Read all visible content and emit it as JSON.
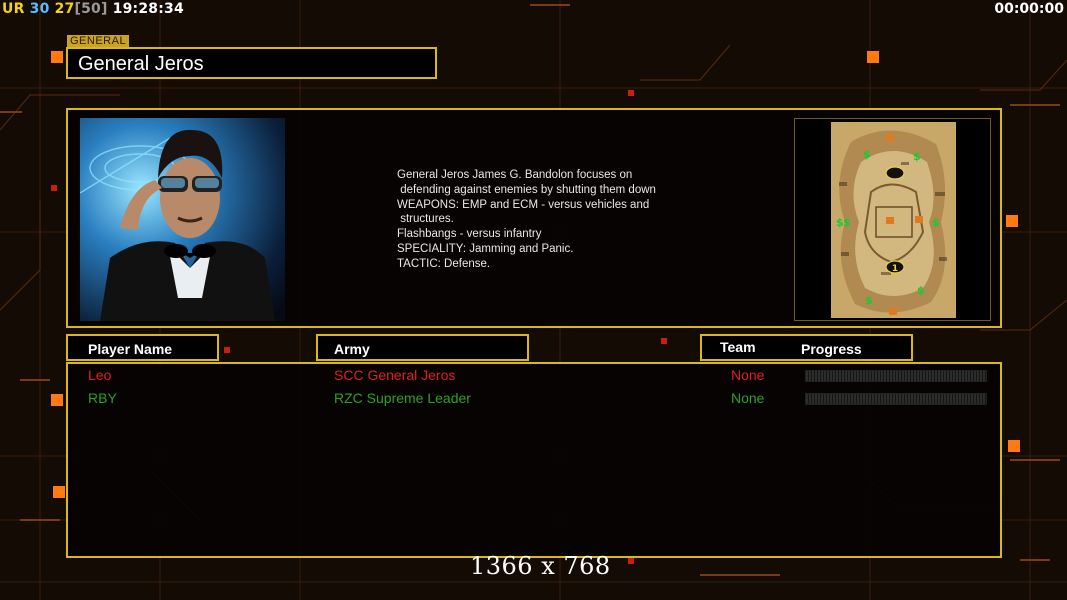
{
  "hud": {
    "ur_label": "UR",
    "val1": "30",
    "val2": "27",
    "bracket_val": "[50]",
    "clock": "19:28:34",
    "timer": "00:00:00"
  },
  "general": {
    "tag": "GENERAL",
    "name": "General Jeros"
  },
  "description": "General Jeros James G. Bandolon focuses on\n defending against enemies by shutting them down\nWEAPONS: EMP and ECM - versus vehicles and\n structures.\nFlashbangs - versus infantry\nSPECIALITY: Jamming and Panic.\nTACTIC: Defense.",
  "map": {
    "start_marker": "1"
  },
  "table": {
    "headers": {
      "player_name": "Player Name",
      "army": "Army",
      "team": "Team",
      "progress": "Progress"
    },
    "rows": [
      {
        "player": "Leo",
        "army": "SCC General Jeros",
        "team": "None",
        "color": "#e02020"
      },
      {
        "player": "RBY",
        "army": "RZC Supreme Leader",
        "team": "None",
        "color": "#30a020"
      }
    ]
  },
  "resolution": "1366 x 768",
  "colors": {
    "frame": "#d8b81c",
    "ur": "#f2d21a",
    "val1": "#5cb8ff",
    "val2": "#f2d21a",
    "bracket": "#9a9a9a"
  }
}
